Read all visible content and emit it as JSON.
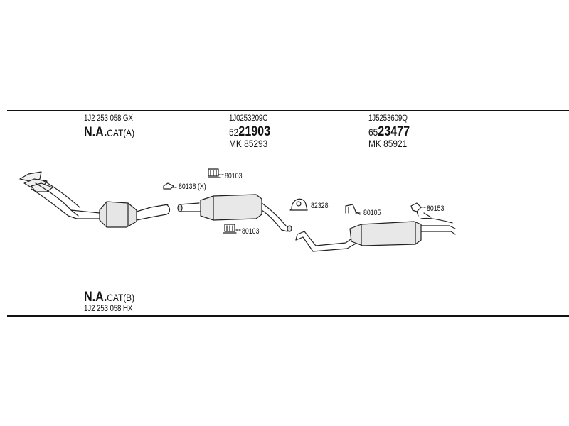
{
  "header": {
    "col1": {
      "part_no": "1J2 253 058 GX",
      "brand": "N.A.",
      "cat": "CAT(A)"
    },
    "col2": {
      "part_no": "1J0253209C",
      "code_prefix": "52",
      "code_main": "21903",
      "mk": "MK  85293"
    },
    "col3": {
      "part_no": "1J5253609Q",
      "code_prefix": "65",
      "code_main": "23477",
      "mk": "MK  85921"
    }
  },
  "footer": {
    "brand": "N.A.",
    "cat": "CAT(B)",
    "part_no": "1J2 253 058 HX"
  },
  "parts": {
    "p80103_top": "80103",
    "p80138": "80138 (X)",
    "p80103_bottom": "80103",
    "p82328": "82328",
    "p80105": "80105",
    "p80153": "80153"
  }
}
